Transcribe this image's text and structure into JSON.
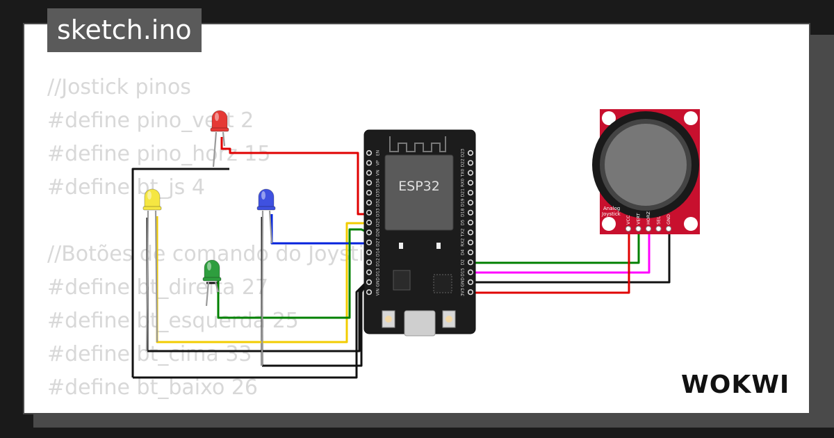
{
  "file_name": "sketch.ino",
  "code_lines": [
    "//Jostick pinos",
    "#define pino_vert 2",
    "#define pino_horz 15",
    "#define bt_js 4",
    "",
    "//Botões de comando do Joystick",
    "#define bt_direita 27",
    "#define bt_esquerda 25",
    "#define bt_cima 33",
    "#define bt_baixo 26"
  ],
  "esp32": {
    "label": "ESP32",
    "left_pins": [
      "EN",
      "VP",
      "VN",
      "D34",
      "D35",
      "D32",
      "D33",
      "D25",
      "D26",
      "D27",
      "D14",
      "D12",
      "D13",
      "GND",
      "VIN"
    ],
    "right_pins": [
      "D23",
      "D22",
      "TX0",
      "RX0",
      "D21",
      "D19",
      "D18",
      "D5",
      "TX2",
      "RX2",
      "D4",
      "D2",
      "D15",
      "GND",
      "3V3"
    ]
  },
  "joystick": {
    "label_line1": "Analog",
    "label_line2": "Joystick",
    "pins": [
      "VCC",
      "VERT",
      "HORZ",
      "SEL",
      "GND"
    ]
  },
  "leds": [
    {
      "name": "red-led",
      "color": "#e53935"
    },
    {
      "name": "yellow-led",
      "color": "#f5e642"
    },
    {
      "name": "blue-led",
      "color": "#3f51e0"
    },
    {
      "name": "green-led",
      "color": "#2e9e3e"
    }
  ],
  "wire_colors": {
    "red": "#e00000",
    "black": "#111111",
    "yellow": "#f2cc00",
    "blue": "#0022dd",
    "green": "#008000",
    "magenta": "#ff00ff"
  },
  "brand": "WOKWI"
}
